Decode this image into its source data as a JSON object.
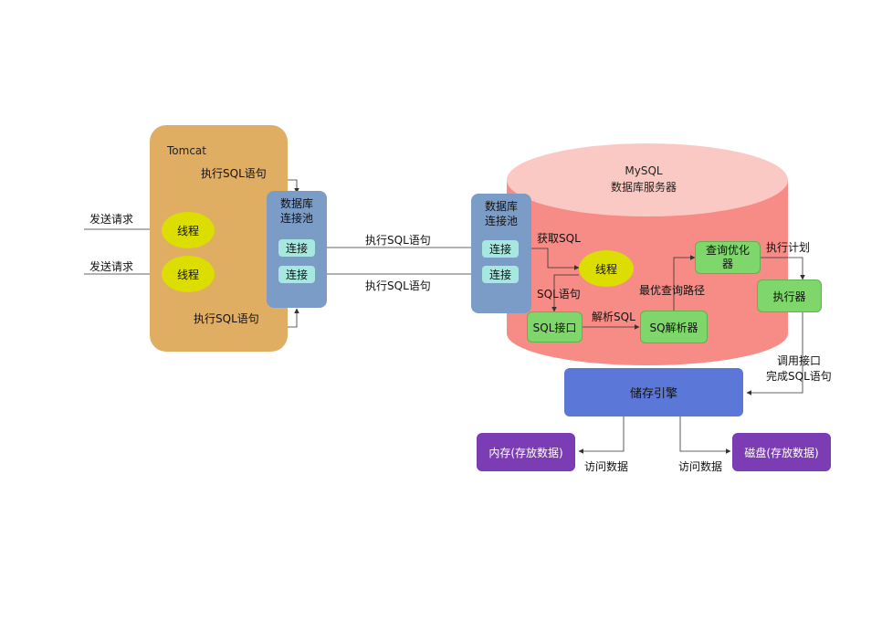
{
  "colors": {
    "tomcat": "#E0AE63",
    "pool": "#7A9CC6",
    "connection": "#A6E7E0",
    "thread": "#DCDD00",
    "mysql_cylinder": "#F68C85",
    "mysql_top": "#FBC9C3",
    "component": "#7FD66A",
    "storage_engine": "#5B77D8",
    "storage_media": "#7C3DB4"
  },
  "tomcat": {
    "title": "Tomcat",
    "send_request_1": "发送请求",
    "send_request_2": "发送请求",
    "thread_1": "线程",
    "thread_2": "线程",
    "exec_sql_top": "执行SQL语句",
    "exec_sql_bottom": "执行SQL语句"
  },
  "client_pool": {
    "title_line1": "数据库",
    "title_line2": "连接池",
    "conn_1": "连接",
    "conn_2": "连接"
  },
  "links": {
    "exec_sql_1": "执行SQL语句",
    "exec_sql_2": "执行SQL语句"
  },
  "mysql": {
    "title_line1": "MySQL",
    "title_line2": "数据库服务器",
    "pool_line1": "数据库",
    "pool_line2": "连接池",
    "conn_1": "连接",
    "conn_2": "连接",
    "get_sql": "获取SQL",
    "thread": "线程",
    "sql_stmt": "SQL语句",
    "sql_interface": "SQL接口",
    "parse_sql": "解析SQL",
    "parser": "SQ解析器",
    "best_path": "最优查询路径",
    "optimizer_line1": "查询优化",
    "optimizer_line2": "器",
    "exec_plan": "执行计划",
    "executor": "执行器",
    "call_api_line1": "调用接口",
    "call_api_line2": "完成SQL语句"
  },
  "storage": {
    "engine": "储存引擎",
    "memory": "内存(存放数据)",
    "disk": "磁盘(存放数据)",
    "access_1": "访问数据",
    "access_2": "访问数据"
  }
}
